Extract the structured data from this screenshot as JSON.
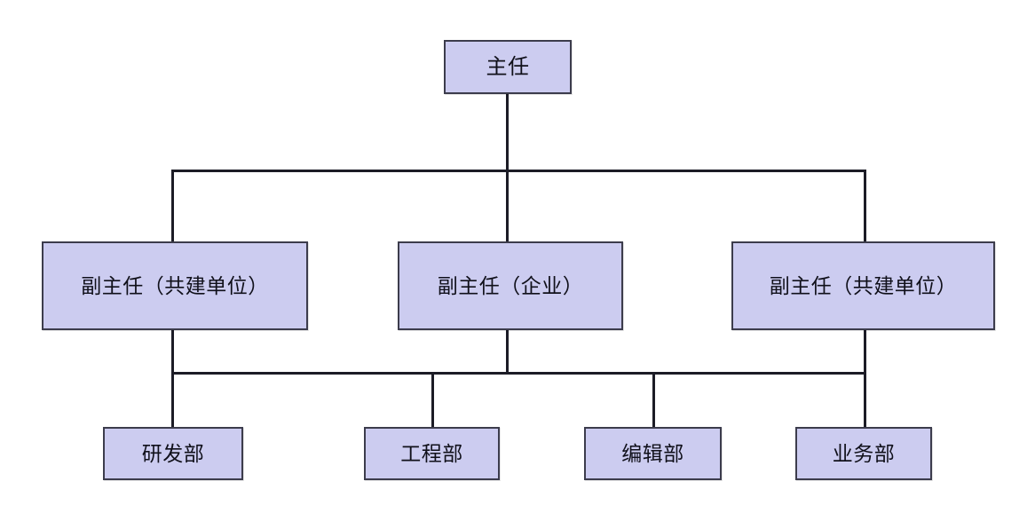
{
  "diagram": {
    "type": "org-chart",
    "title": "",
    "orientation": "top-down",
    "background_color": "#ffffff",
    "node_fill_color": "#ccccf0",
    "node_border_color": "#3c3c4c",
    "connector_color": "#1c1c26",
    "levels": [
      {
        "level": 1,
        "nodes": [
          {
            "id": "root",
            "label": "主任"
          }
        ]
      },
      {
        "level": 2,
        "nodes": [
          {
            "id": "deputy-left",
            "label": "副主任（共建单位）"
          },
          {
            "id": "deputy-mid",
            "label": "副主任（企业）"
          },
          {
            "id": "deputy-right",
            "label": "副主任（共建单位）"
          }
        ]
      },
      {
        "level": 3,
        "nodes": [
          {
            "id": "dept-rd",
            "label": "研发部"
          },
          {
            "id": "dept-eng",
            "label": "工程部"
          },
          {
            "id": "dept-edit",
            "label": "编辑部"
          },
          {
            "id": "dept-biz",
            "label": "业务部"
          }
        ]
      }
    ]
  }
}
